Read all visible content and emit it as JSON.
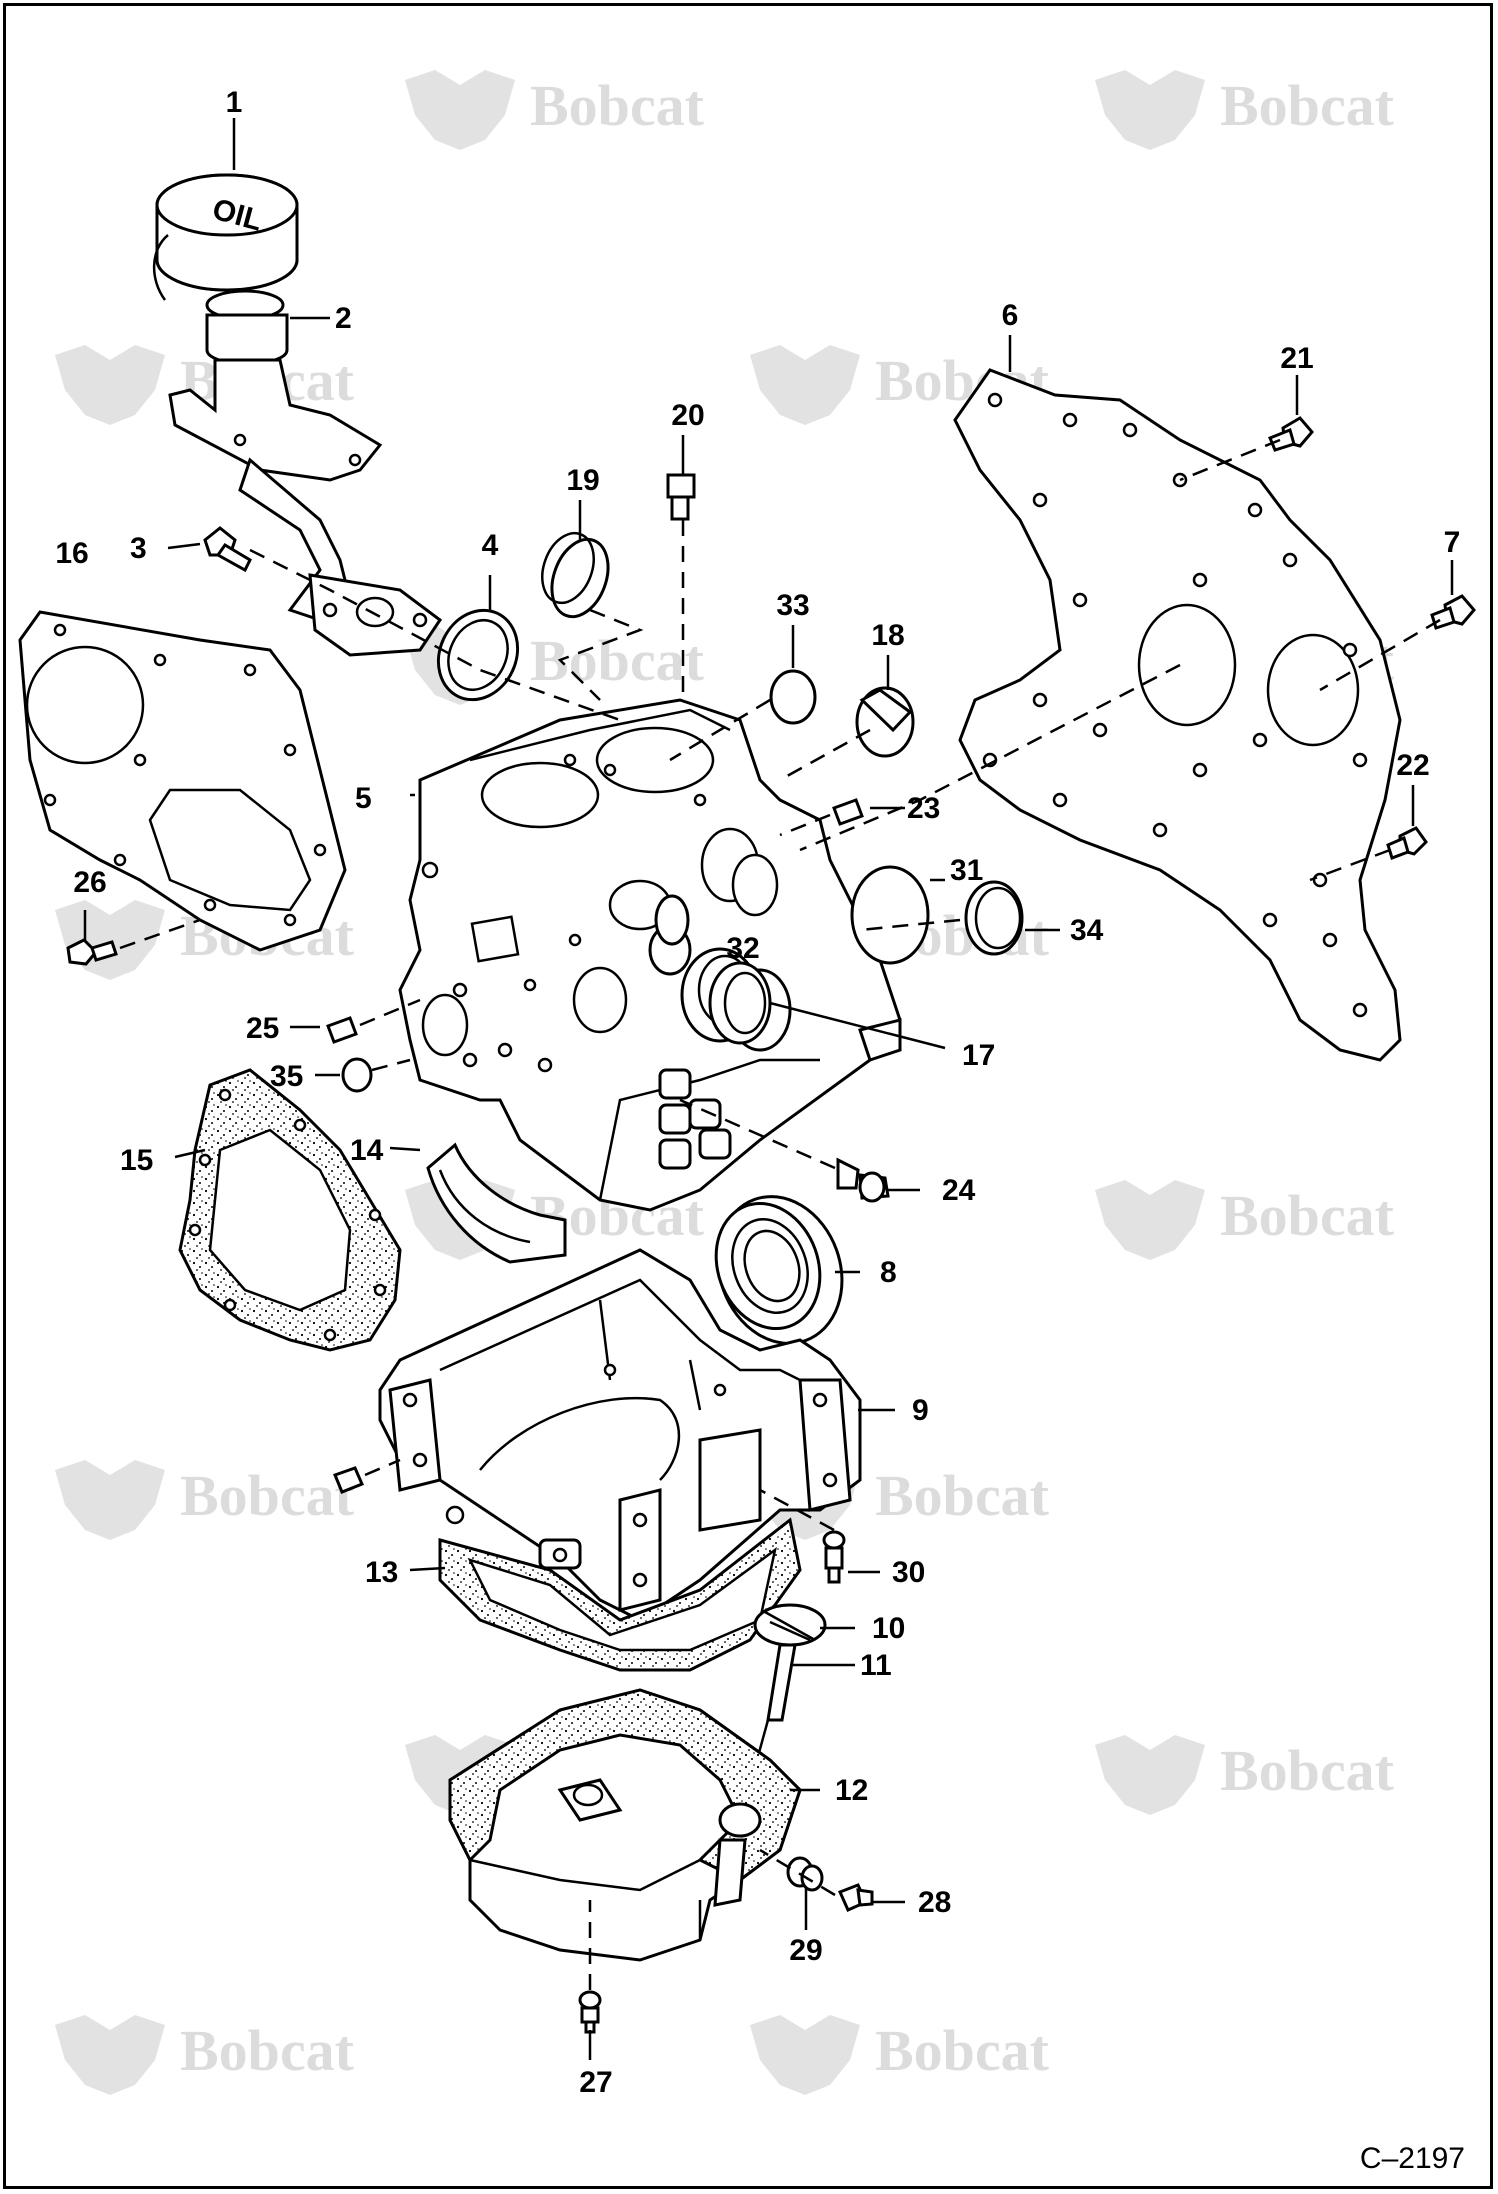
{
  "diagram": {
    "drawing_code": "C–2197",
    "watermark_text": "Bobcat",
    "cap_text": "OIL",
    "callouts": [
      "1",
      "2",
      "3",
      "4",
      "5",
      "6",
      "7",
      "8",
      "9",
      "10",
      "11",
      "12",
      "13",
      "14",
      "15",
      "16",
      "17",
      "18",
      "19",
      "20",
      "21",
      "22",
      "23",
      "24",
      "25",
      "26",
      "27",
      "28",
      "29",
      "30",
      "31",
      "32",
      "33",
      "34",
      "35"
    ]
  },
  "colors": {
    "ink": "#000000",
    "watermark": "#dcdcdc",
    "background": "#ffffff"
  }
}
